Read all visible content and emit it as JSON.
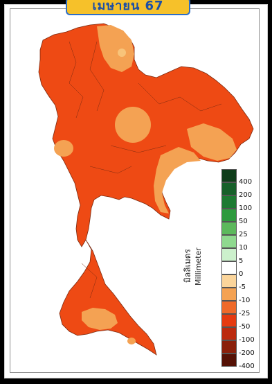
{
  "title": "เมษายน 67",
  "unit_thai": "มิลลิเมตร",
  "unit_en": "Millimeter",
  "colors": {
    "base": "#ee4a14",
    "light": "#f4a253",
    "lighter": "#f8c47a",
    "border": "#7a2a10"
  },
  "legend": [
    {
      "label": "400",
      "color": "#0f3d1a"
    },
    {
      "label": "200",
      "color": "#17602a"
    },
    {
      "label": "100",
      "color": "#1d7a32"
    },
    {
      "label": "50",
      "color": "#2e9a3e"
    },
    {
      "label": "25",
      "color": "#5cb85c"
    },
    {
      "label": "10",
      "color": "#8fd98f"
    },
    {
      "label": "5",
      "color": "#ccf0cc"
    },
    {
      "label": "0",
      "color": "#ffffff"
    },
    {
      "label": "-5",
      "color": "#fbd59b"
    },
    {
      "label": "-10",
      "color": "#f4a253"
    },
    {
      "label": "-25",
      "color": "#ef6a2a"
    },
    {
      "label": "-50",
      "color": "#e53a10"
    },
    {
      "label": "-100",
      "color": "#bb2a0e"
    },
    {
      "label": "-200",
      "color": "#8a1f0a"
    },
    {
      "label": "-400",
      "color": "#551105"
    }
  ]
}
